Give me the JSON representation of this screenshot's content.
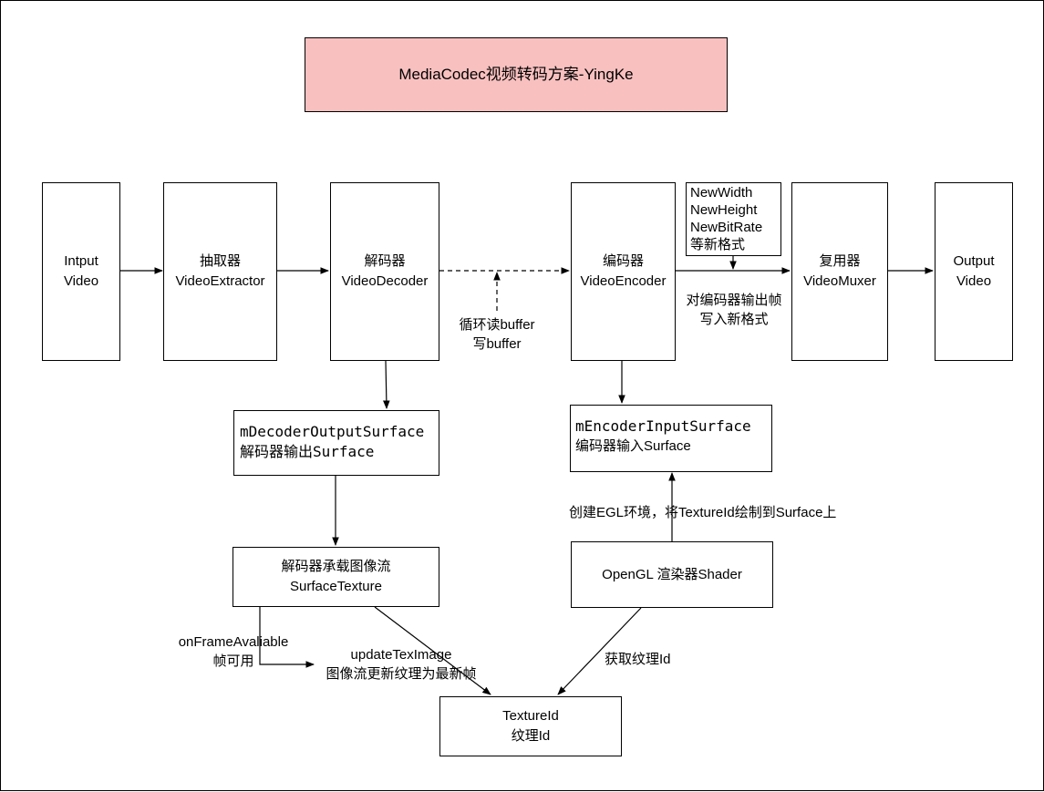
{
  "title": "MediaCodec视频转码方案-YingKe",
  "nodes": {
    "input": [
      "Intput",
      "Video"
    ],
    "extractor": [
      "抽取器",
      "VideoExtractor"
    ],
    "decoder": [
      "解码器",
      "VideoDecoder"
    ],
    "encoder": [
      "编码器",
      "VideoEncoder"
    ],
    "format": [
      "NewWidth",
      "NewHeight",
      "NewBitRate",
      "等新格式"
    ],
    "muxer": [
      "复用器",
      "VideoMuxer"
    ],
    "output": [
      "Output",
      "Video"
    ],
    "decoder_surface": [
      "mDecoderOutputSurface",
      "解码器输出Surface"
    ],
    "encoder_surface": [
      "mEncoderInputSurface",
      "编码器输入Surface"
    ],
    "surface_texture": [
      "解码器承载图像流",
      "SurfaceTexture"
    ],
    "shader": [
      "OpenGL 渲染器Shader"
    ],
    "texture": [
      "TextureId",
      "纹理Id"
    ]
  },
  "labels": {
    "buffer_loop": [
      "循环读buffer",
      "写buffer"
    ],
    "write_format": [
      "对编码器输出帧",
      "写入新格式"
    ],
    "egl": "创建EGL环境，将TextureId绘制到Surface上",
    "frame_available": [
      "onFrameAvaliable",
      "帧可用"
    ],
    "update_tex": [
      "updateTexImage",
      "图像流更新纹理为最新帧"
    ],
    "get_texture": "获取纹理Id"
  },
  "colors": {
    "title_fill": "#f8c0bf",
    "stroke": "#000000"
  }
}
